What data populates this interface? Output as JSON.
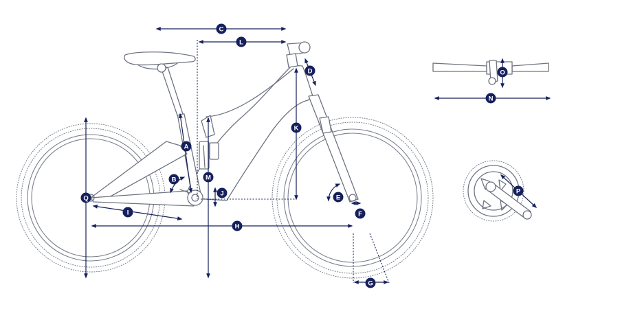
{
  "colors": {
    "dimension": "#15205c",
    "line_art": "#6d7380",
    "background": "#ffffff"
  },
  "labels": {
    "A": "A",
    "B": "B",
    "C": "C",
    "D": "D",
    "E": "E",
    "F": "F",
    "G": "G",
    "H": "H",
    "I": "I",
    "J": "J",
    "K": "K",
    "L": "L",
    "M": "M",
    "N": "N",
    "O": "O",
    "P": "P",
    "Q": "Q"
  }
}
